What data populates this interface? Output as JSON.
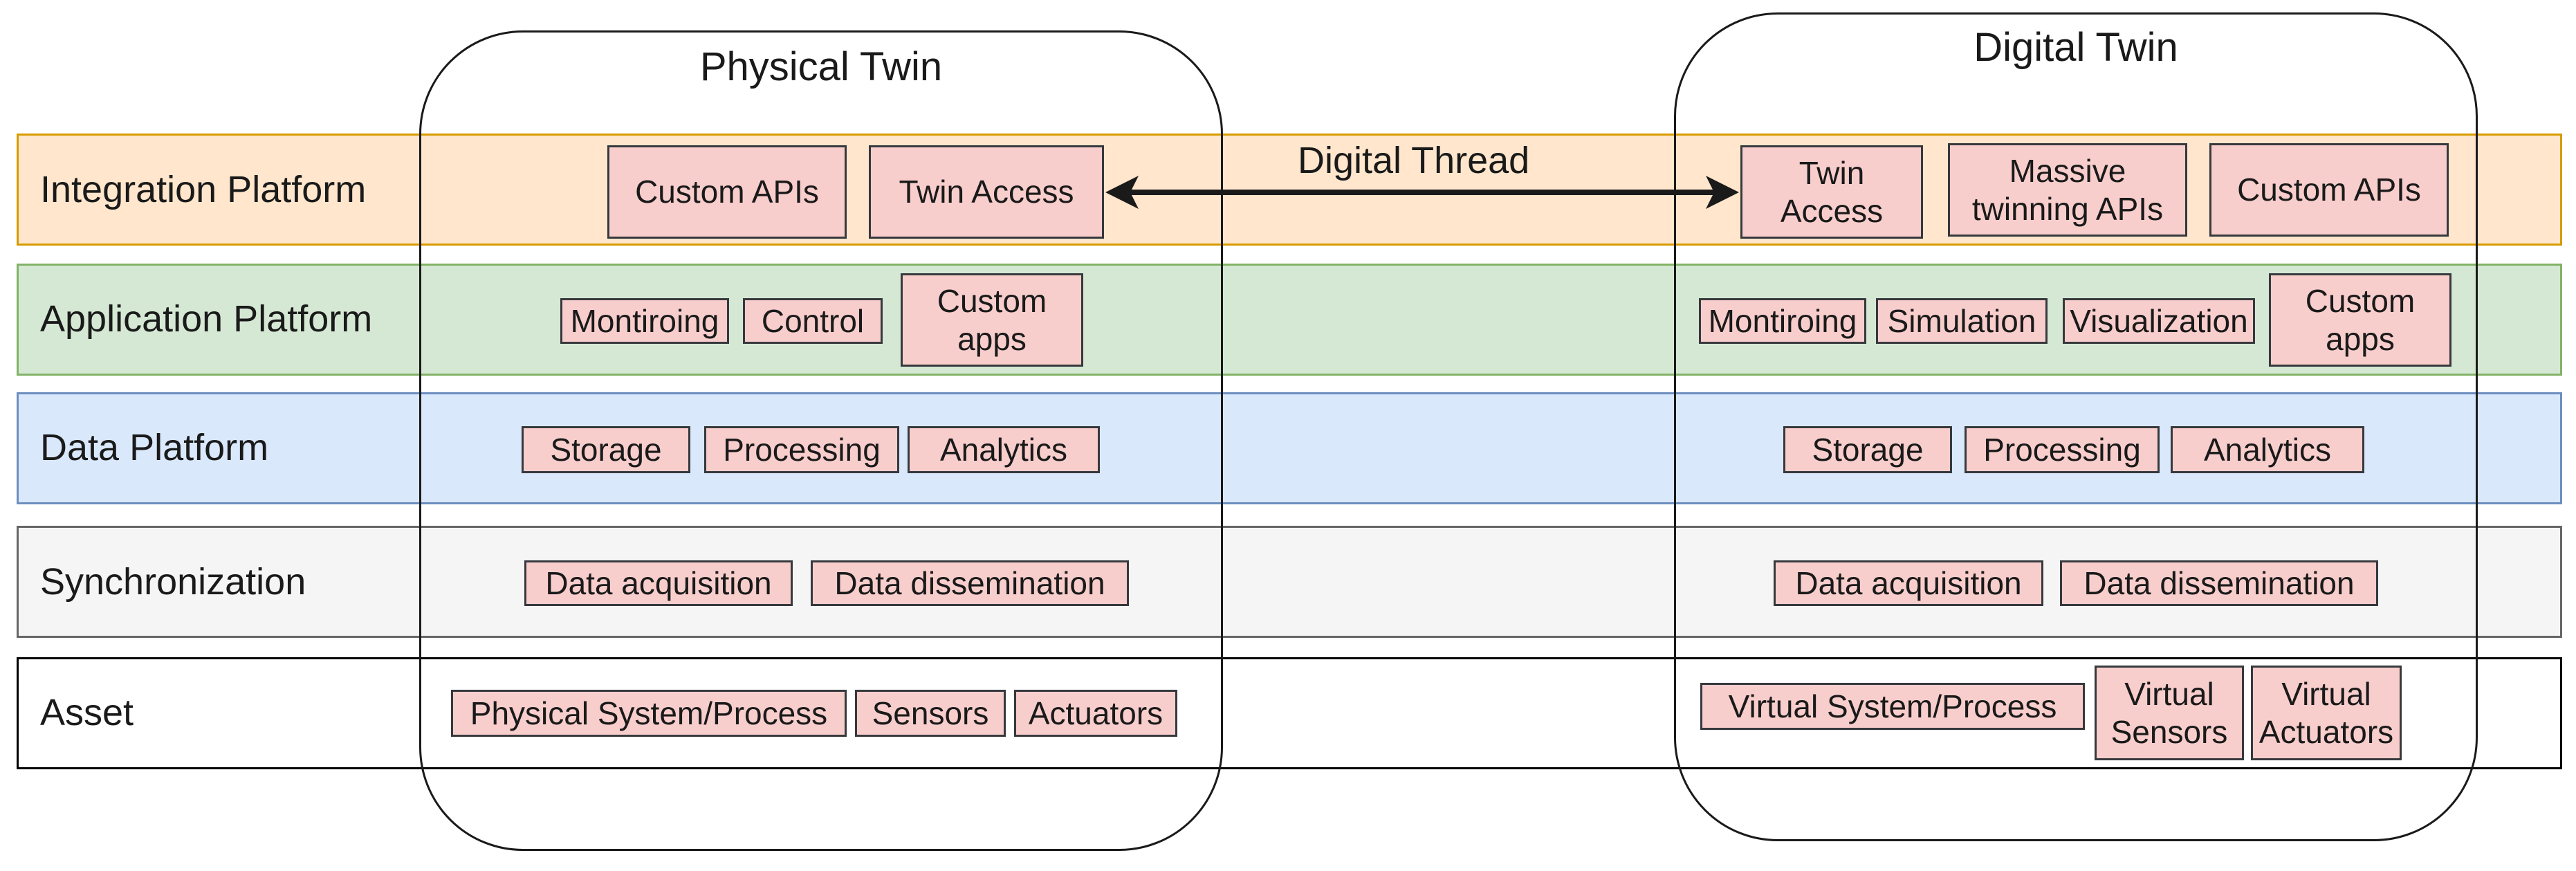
{
  "twins": {
    "physical": {
      "title": "Physical Twin"
    },
    "digital": {
      "title": "Digital Twin"
    }
  },
  "layers": {
    "integration": {
      "label": "Integration Platform",
      "fill": "#ffe6cc",
      "stroke": "#d79b00",
      "physical": [
        "Custom APIs",
        "Twin Access"
      ],
      "digital": [
        "Twin\nAccess",
        "Massive\ntwinning APIs",
        "Custom APIs"
      ]
    },
    "application": {
      "label": "Application Platform",
      "fill": "#d5e8d4",
      "stroke": "#82b366",
      "physical": [
        "Montiroing",
        "Control",
        "Custom\napps"
      ],
      "digital": [
        "Montiroing",
        "Simulation",
        "Visualization",
        "Custom\napps"
      ]
    },
    "data": {
      "label": "Data Platform",
      "fill": "#dae8fc",
      "stroke": "#6c8ebf",
      "physical": [
        "Storage",
        "Processing",
        "Analytics"
      ],
      "digital": [
        "Storage",
        "Processing",
        "Analytics"
      ]
    },
    "sync": {
      "label": "Synchronization",
      "fill": "#f5f5f5",
      "stroke": "#666666",
      "physical": [
        "Data acquisition",
        "Data dissemination"
      ],
      "digital": [
        "Data acquisition",
        "Data dissemination"
      ]
    },
    "asset": {
      "label": "Asset",
      "fill": "#ffffff",
      "stroke": "#000000",
      "physical": [
        "Physical System/Process",
        "Sensors",
        "Actuators"
      ],
      "digital": [
        "Virtual System/Process",
        "Virtual\nSensors",
        "Virtual\nActuators"
      ]
    }
  },
  "thread": {
    "label": "Digital Thread"
  },
  "colors": {
    "component_fill": "#f8cecc",
    "component_stroke": "#36393d",
    "line": "#1a1a1a"
  }
}
